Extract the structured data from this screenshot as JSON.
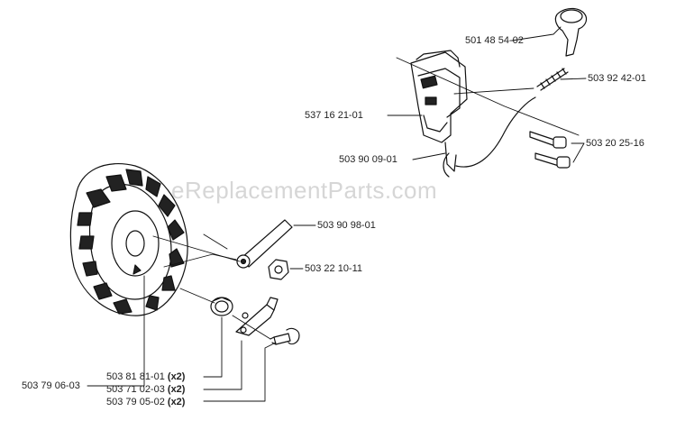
{
  "watermark": "eReplacementParts.com",
  "parts": {
    "p1": "501 48 54-02",
    "p2": "503 92 42-01",
    "p3": "537 16 21-01",
    "p4": "503 20 25-16",
    "p5": "503 90 09-01",
    "p6": "503 90 98-01",
    "p7": "503 22 10-11",
    "p8": "503 79 06-03",
    "p9": "503 81 81-01",
    "p10": "503 71 02-03",
    "p11": "503 79 05-02"
  },
  "qty": {
    "q9": "(x2)",
    "q10": "(x2)",
    "q11": "(x2)"
  }
}
